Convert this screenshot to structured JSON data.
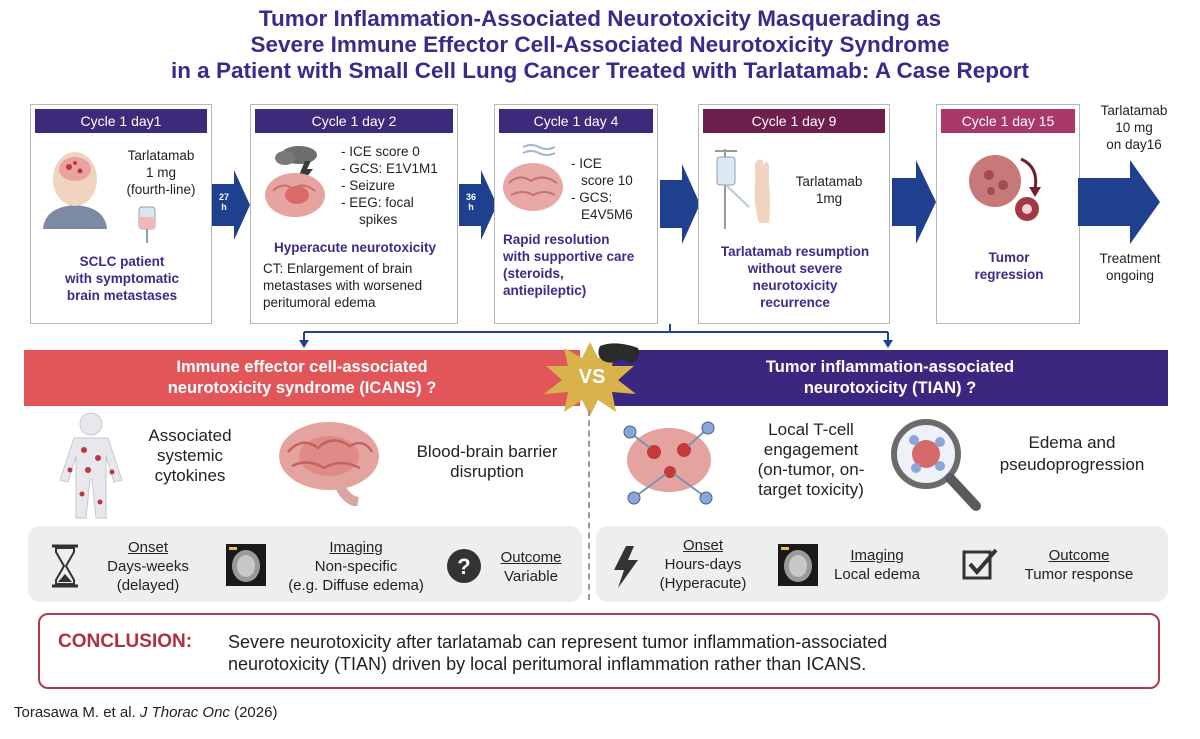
{
  "title": {
    "line1": "Tumor Inflammation-Associated Neurotoxicity Masquerading as",
    "line2": "Severe Immune Effector Cell-Associated Neurotoxicity Syndrome",
    "line3": "in a Patient with Small Cell Lung Cancer Treated with Tarlatamab: A Case Report"
  },
  "timeline": {
    "card1": {
      "header": "Cycle 1 day1",
      "dose_l1": "Tarlatamab",
      "dose_l2": "1 mg",
      "dose_l3": "(fourth-line)",
      "label_l1": "SCLC patient",
      "label_l2": "with symptomatic",
      "label_l3": "brain metastases"
    },
    "gap1": {
      "l1": "27",
      "l2": "h"
    },
    "card2": {
      "header": "Cycle 1 day 2",
      "b1": "- ICE score 0",
      "b2": "- GCS: E1V1M1",
      "b3": "- Seizure",
      "b4": "- EEG: focal",
      "b5": "spikes",
      "label": "Hyperacute neurotoxicity",
      "ct1": "CT: Enlargement of brain",
      "ct2": "metastases with worsened",
      "ct3": "peritumoral edema"
    },
    "gap2": {
      "l1": "36",
      "l2": "h"
    },
    "card3": {
      "header": "Cycle 1 day 4",
      "b1": "- ICE",
      "b2": "score 10",
      "b3": "- GCS:",
      "b4": "E4V5M6",
      "label_l1": "Rapid resolution",
      "label_l2": "with supportive care",
      "label_l3": "(steroids,",
      "label_l4": "antiepileptic)"
    },
    "card4": {
      "header": "Cycle 1 day 9",
      "dose_l1": "Tarlatamab",
      "dose_l2": "1mg",
      "label_l1": "Tarlatamab resumption",
      "label_l2": "without severe",
      "label_l3": "neurotoxicity",
      "label_l4": "recurrence"
    },
    "card5": {
      "header": "Cycle 1 day 15",
      "label_l1": "Tumor",
      "label_l2": "regression"
    },
    "end": {
      "dose_l1": "Tarlatamab",
      "dose_l2": "10 mg",
      "dose_l3": "on day16",
      "status_l1": "Treatment",
      "status_l2": "ongoing"
    }
  },
  "comparison": {
    "vs": "VS",
    "left": {
      "banner_l1": "Immune effector cell-associated",
      "banner_l2": "neurotoxicity syndrome (ICANS) ?",
      "feat1_l1": "Associated",
      "feat1_l2": "systemic",
      "feat1_l3": "cytokines",
      "feat2_l1": "Blood-brain barrier",
      "feat2_l2": "disruption",
      "onset_title": "Onset",
      "onset_l1": "Days-weeks",
      "onset_l2": "(delayed)",
      "imaging_title": "Imaging",
      "imaging_l1": "Non-specific",
      "imaging_l2": "(e.g. Diffuse edema)",
      "outcome_title": "Outcome",
      "outcome_l1": "Variable"
    },
    "right": {
      "banner_l1": "Tumor inflammation-associated",
      "banner_l2": "neurotoxicity (TIAN) ?",
      "feat1_l1": "Local T-cell",
      "feat1_l2": "engagement",
      "feat1_l3": "(on-tumor, on-",
      "feat1_l4": "target toxicity)",
      "feat2_l1": "Edema and",
      "feat2_l2": "pseudoprogression",
      "onset_title": "Onset",
      "onset_l1": "Hours-days",
      "onset_l2": "(Hyperacute)",
      "imaging_title": "Imaging",
      "imaging_l1": "Local edema",
      "outcome_title": "Outcome",
      "outcome_l1": "Tumor response"
    }
  },
  "conclusion": {
    "label": "CONCLUSION:",
    "text_l1": "Severe neurotoxicity after tarlatamab can represent tumor inflammation-associated",
    "text_l2": "neurotoxicity (TIAN) driven by local peritumoral inflammation rather than ICANS."
  },
  "citation": {
    "authors": "Torasawa M. et al. ",
    "journal": "J Thorac Onc",
    "year": " (2026)"
  },
  "colors": {
    "purple": "#3d2a7a",
    "maroon": "#6e1f4d",
    "pink": "#a8386a",
    "icans_red": "#e2565a",
    "tian_purple": "#3a2780",
    "arrow_blue": "#1f3f8f"
  },
  "icons": [
    "patient-head-icon",
    "iv-bag-icon",
    "brain-storm-icon",
    "brain-waves-icon",
    "iv-drip-hand-icon",
    "tumor-shrink-icon",
    "human-body-icon",
    "brain-icon",
    "brain-tcell-icon",
    "magnifier-tumor-icon",
    "hourglass-icon",
    "mri-scan-icon",
    "question-icon",
    "lightning-icon",
    "checkbox-icon",
    "mask-icon"
  ]
}
